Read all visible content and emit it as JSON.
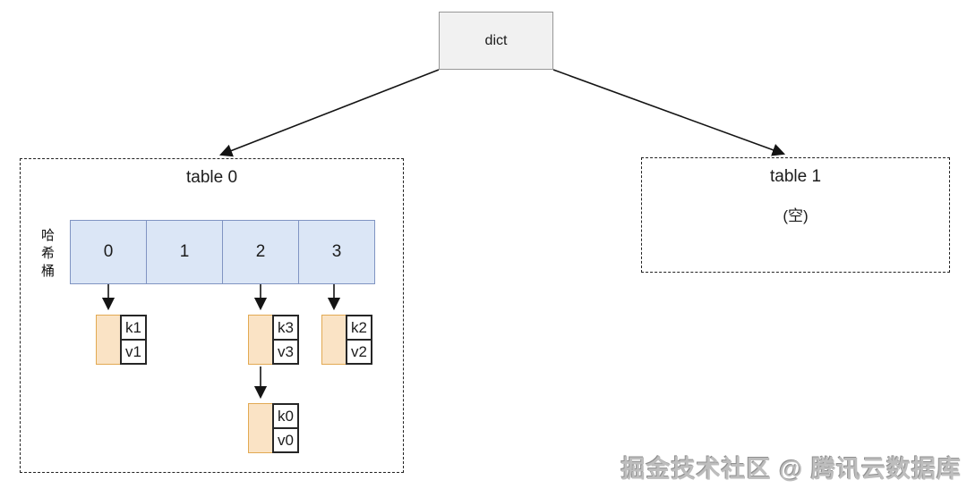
{
  "diagram": {
    "dict_label": "dict",
    "table0": {
      "title": "table 0",
      "axis_label": "哈希桶",
      "buckets": [
        "0",
        "1",
        "2",
        "3"
      ],
      "nodes": [
        {
          "key": "k1",
          "value": "v1",
          "bucket": "0"
        },
        {
          "key": "k3",
          "value": "v3",
          "bucket": "2"
        },
        {
          "key": "k2",
          "value": "v2",
          "bucket": "3"
        },
        {
          "key": "k0",
          "value": "v0",
          "bucket": "2-chained-after-k3"
        }
      ]
    },
    "table1": {
      "title": "table 1",
      "empty_label": "(空)"
    },
    "watermark": "掘金技术社区 @ 腾讯云数据库",
    "colors": {
      "bucket_fill": "#dbe6f6",
      "bucket_border": "#8094c2",
      "node_fill": "#fae3c5",
      "node_border": "#e2a952",
      "dict_fill": "#f1f1f1",
      "dict_border": "#979797",
      "kv_border": "#262626",
      "line": "#141414",
      "watermark_text": "#bdbdbd"
    }
  }
}
